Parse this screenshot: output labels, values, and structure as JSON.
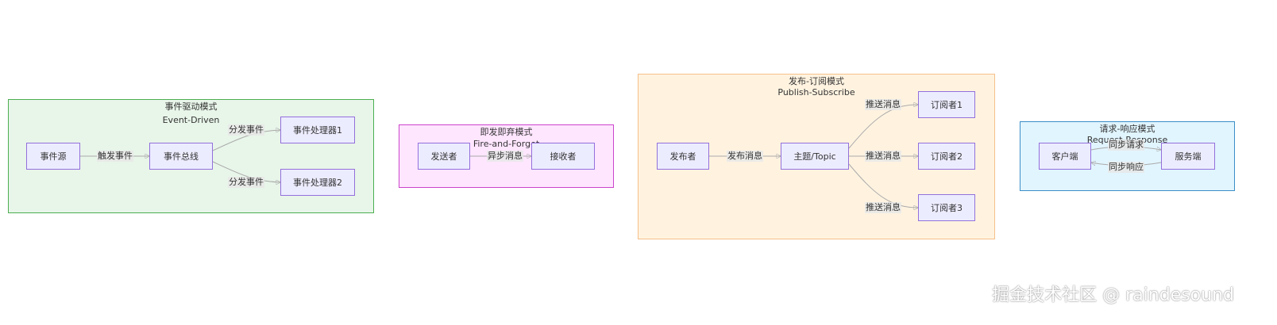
{
  "clusters": {
    "event_driven": {
      "title_cn": "事件驱动模式",
      "title_en": "Event-Driven",
      "fill": "#E8F5E9",
      "stroke": "#4CAF50"
    },
    "fire_forget": {
      "title_cn": "即发即弃模式",
      "title_en": "Fire-and-Forget",
      "fill": "#FFE6FF",
      "stroke": "#CC44CC"
    },
    "pub_sub": {
      "title_cn": "发布-订阅模式",
      "title_en": "Publish-Subscribe",
      "fill": "#FFF3E0",
      "stroke": "#F5C08A"
    },
    "req_resp": {
      "title_cn": "请求-响应模式",
      "title_en": "Request-Response",
      "fill": "#E1F5FE",
      "stroke": "#3A8EC8"
    }
  },
  "nodes": {
    "event_source": "事件源",
    "event_bus": "事件总线",
    "handler1": "事件处理器1",
    "handler2": "事件处理器2",
    "sender": "发送者",
    "receiver": "接收者",
    "publisher": "发布者",
    "topic": "主题/Topic",
    "sub1": "订阅者1",
    "sub2": "订阅者2",
    "sub3": "订阅者3",
    "client": "客户端",
    "server": "服务端"
  },
  "edges": {
    "trigger_event": "触发事件",
    "dispatch1": "分发事件",
    "dispatch2": "分发事件",
    "async_msg": "异步消息",
    "publish_msg": "发布消息",
    "push1": "推送消息",
    "push2": "推送消息",
    "push3": "推送消息",
    "sync_request": "同步请求",
    "sync_response": "同步响应"
  },
  "watermark": "掘金技术社区 @ raindesound",
  "colors": {
    "node_fill": "#ECECFF",
    "node_stroke": "#9370DB",
    "edge": "#AAAAAA"
  }
}
